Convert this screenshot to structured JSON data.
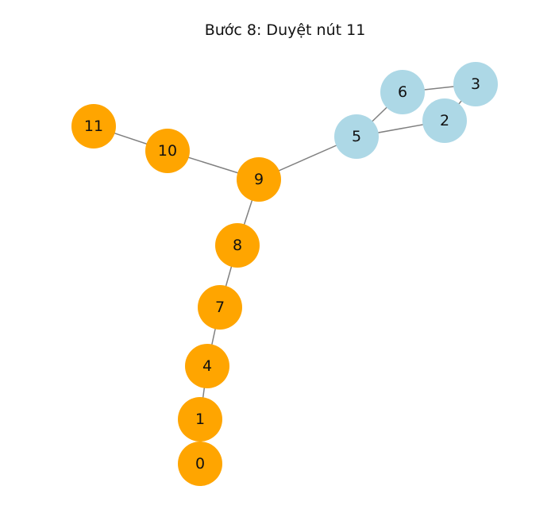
{
  "title": "Bước 8: Duyệt nút 11",
  "colors": {
    "visited": "#FFA500",
    "unvisited": "#ADD8E6",
    "edge": "#808080",
    "label": "#111111"
  },
  "nodes": [
    {
      "id": "0",
      "label": "0",
      "state": "visited"
    },
    {
      "id": "1",
      "label": "1",
      "state": "visited"
    },
    {
      "id": "4",
      "label": "4",
      "state": "visited"
    },
    {
      "id": "7",
      "label": "7",
      "state": "visited"
    },
    {
      "id": "8",
      "label": "8",
      "state": "visited"
    },
    {
      "id": "9",
      "label": "9",
      "state": "visited"
    },
    {
      "id": "10",
      "label": "10",
      "state": "visited"
    },
    {
      "id": "11",
      "label": "11",
      "state": "visited"
    },
    {
      "id": "5",
      "label": "5",
      "state": "unvisited"
    },
    {
      "id": "6",
      "label": "6",
      "state": "unvisited"
    },
    {
      "id": "2",
      "label": "2",
      "state": "unvisited"
    },
    {
      "id": "3",
      "label": "3",
      "state": "unvisited"
    }
  ],
  "edges": [
    [
      "0",
      "1"
    ],
    [
      "1",
      "4"
    ],
    [
      "4",
      "7"
    ],
    [
      "7",
      "8"
    ],
    [
      "8",
      "9"
    ],
    [
      "9",
      "10"
    ],
    [
      "10",
      "11"
    ],
    [
      "9",
      "5"
    ],
    [
      "5",
      "6"
    ],
    [
      "5",
      "2"
    ],
    [
      "6",
      "3"
    ],
    [
      "2",
      "3"
    ]
  ]
}
